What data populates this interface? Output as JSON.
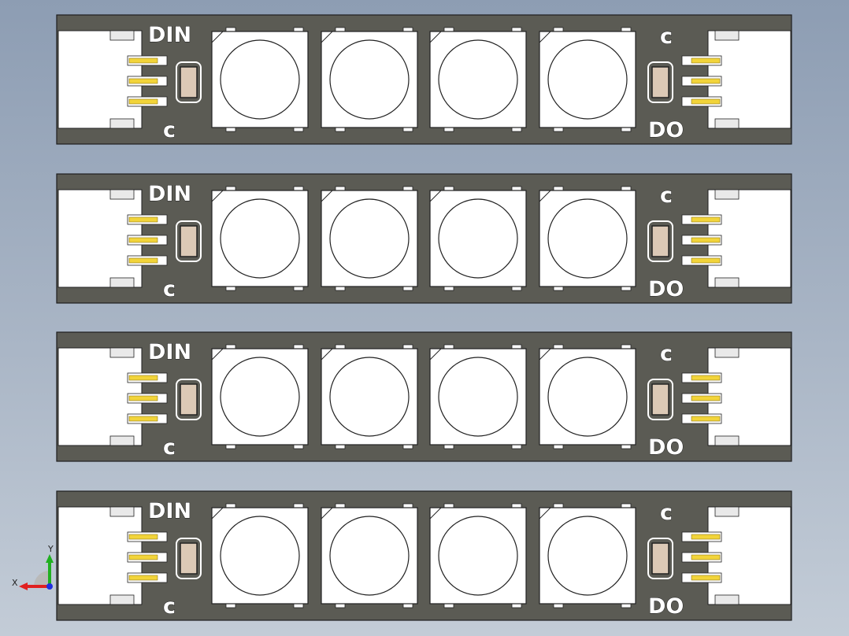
{
  "strips": [
    {
      "din": "DIN",
      "dout": "DO",
      "pcb_mark": "c"
    },
    {
      "din": "DIN",
      "dout": "DO",
      "pcb_mark": "c"
    },
    {
      "din": "DIN",
      "dout": "DO",
      "pcb_mark": "c"
    },
    {
      "din": "DIN",
      "dout": "DO",
      "pcb_mark": "c"
    }
  ],
  "leds_per_strip": 4,
  "triad": {
    "x": "X",
    "y": "Y"
  },
  "colors": {
    "pcb": "#5b5b54",
    "led": "#ffffff",
    "pin": "#f2d43a",
    "resistor": "#dcc9b6",
    "triad_x": "#e02020",
    "triad_y": "#20b020",
    "triad_z": "#2030e0"
  }
}
